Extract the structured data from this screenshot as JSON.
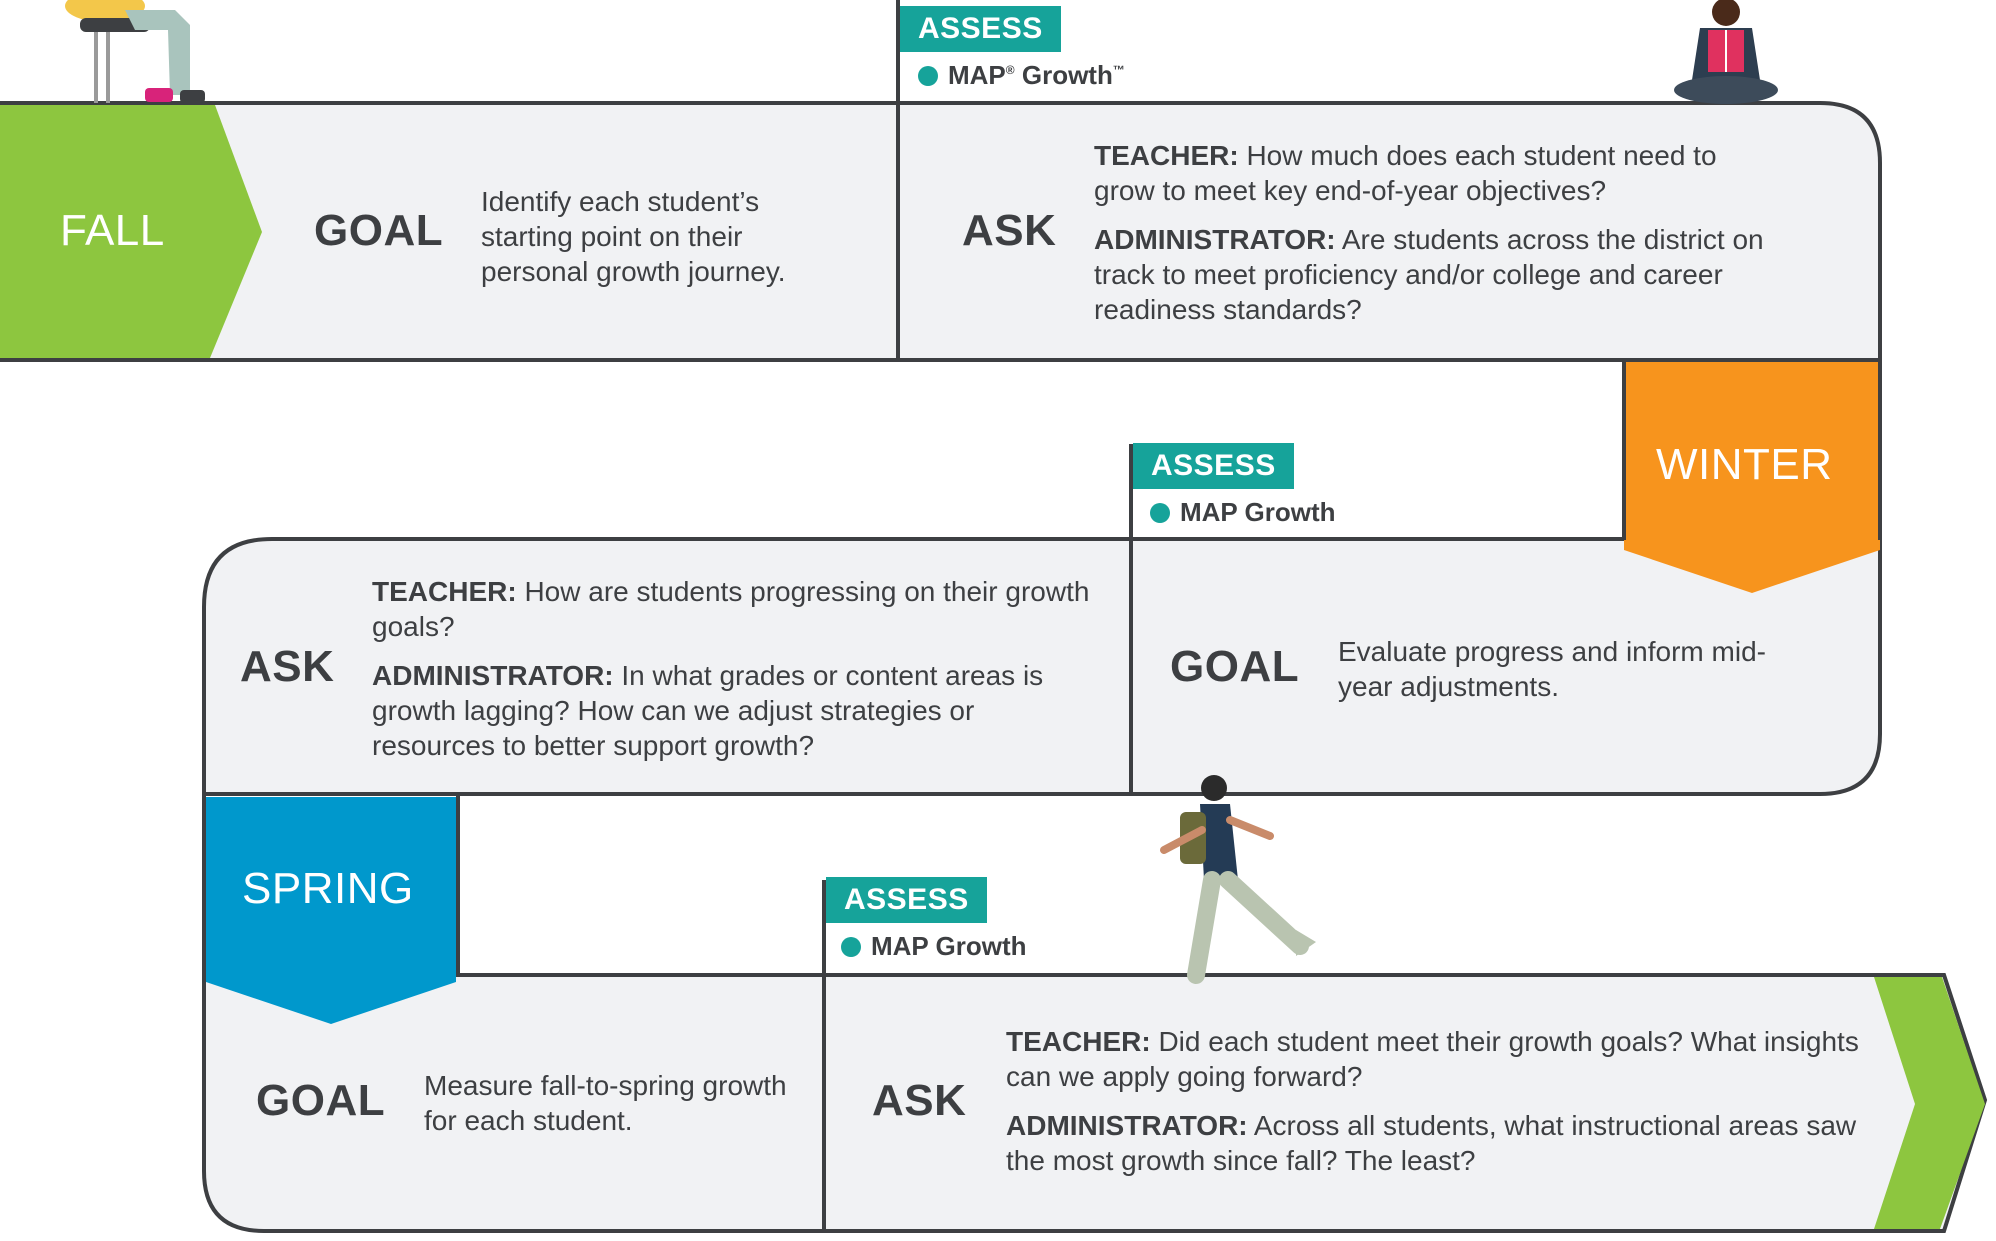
{
  "colors": {
    "fall": "#8dc63f",
    "winter": "#f7941d",
    "spring": "#0098cc",
    "assess": "#16a39a",
    "panel": "#f1f2f4",
    "outline": "#3d3f42"
  },
  "fall": {
    "season": "FALL",
    "assess_label": "ASSESS",
    "assess_item": "MAP",
    "assess_item_reg": "®",
    "assess_item_rest": " Growth",
    "assess_item_tm": "™",
    "goal_heading": "GOAL",
    "goal_text": "Identify each student’s starting point on their personal growth journey.",
    "ask_heading": "ASK",
    "teacher_label": "TEACHER:",
    "teacher_text": " How much does each student need to grow to meet key end-of-year objectives?",
    "admin_label": "ADMINISTRATOR:",
    "admin_text": " Are students across the district on track to meet proficiency and/or college and career readiness standards?"
  },
  "winter": {
    "season": "WINTER",
    "assess_label": "ASSESS",
    "assess_item": "MAP Growth",
    "goal_heading": "GOAL",
    "goal_text": "Evaluate progress and inform mid-year adjustments.",
    "ask_heading": "ASK",
    "teacher_label": "TEACHER:",
    "teacher_text": " How are students progressing on their growth goals?",
    "admin_label": "ADMINISTRATOR:",
    "admin_text": " In what grades or content areas is growth lagging? How can we adjust strategies or resources to better support growth?"
  },
  "spring": {
    "season": "SPRING",
    "assess_label": "ASSESS",
    "assess_item": "MAP Growth",
    "goal_heading": "GOAL",
    "goal_text": "Measure fall-to-spring growth for each student.",
    "ask_heading": "ASK",
    "teacher_label": "TEACHER:",
    "teacher_text": " Did each student meet their growth goals? What insights can we apply going forward?",
    "admin_label": "ADMINISTRATOR:",
    "admin_text": " Across all students, what instructional areas saw the most growth since fall? The least?"
  }
}
